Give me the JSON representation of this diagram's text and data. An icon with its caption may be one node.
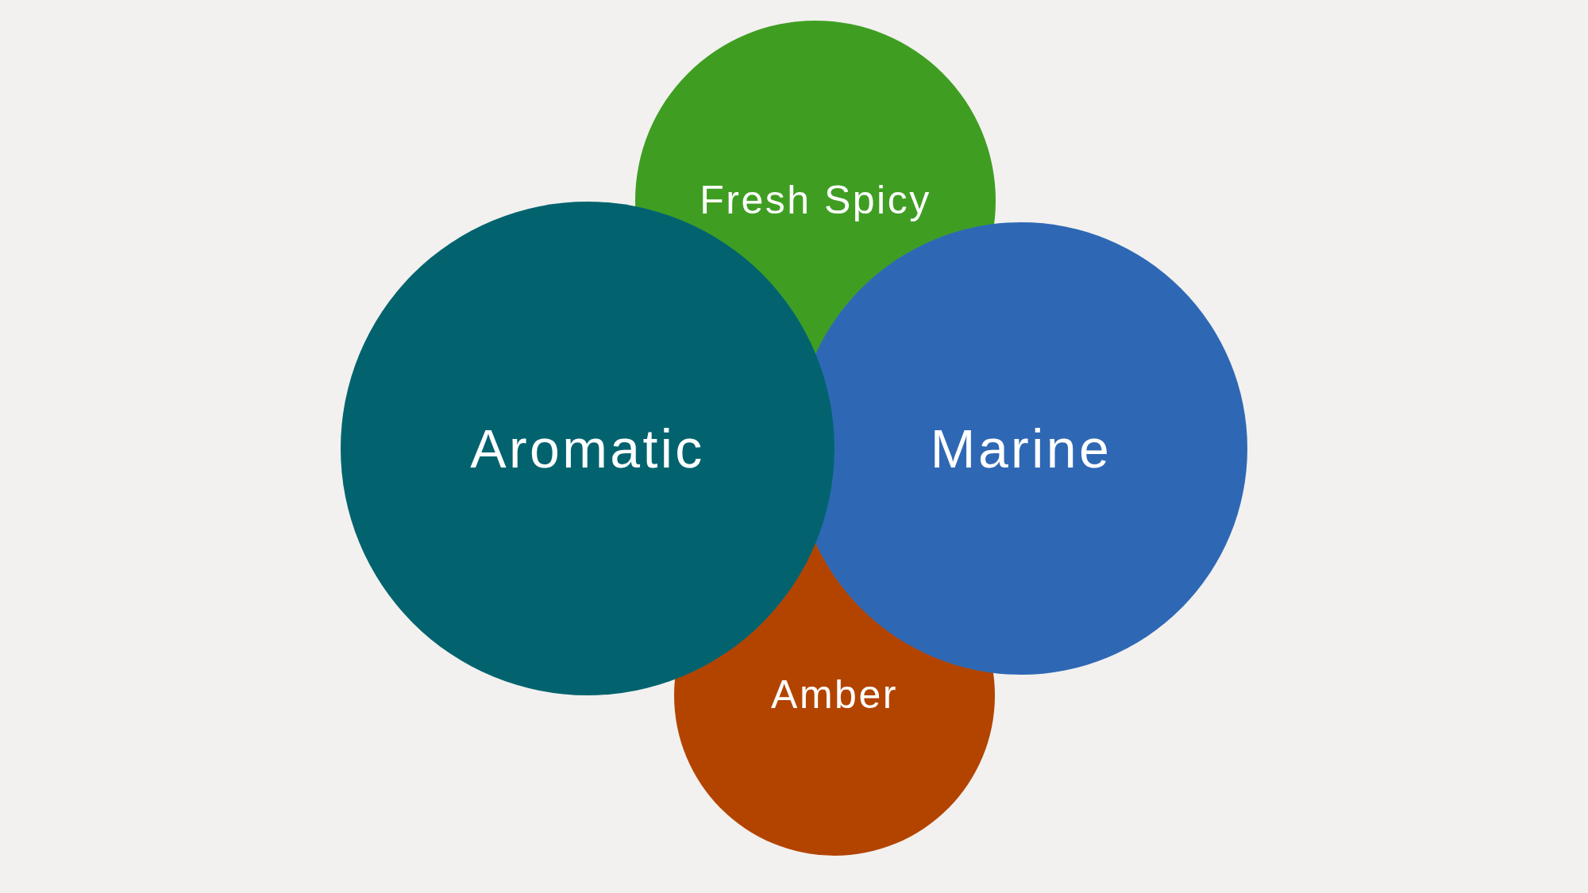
{
  "diagram": {
    "nodes": [
      {
        "text": [
          "Fresh Spicy"
        ]
      },
      {
        "text": [
          "Aromatic"
        ]
      },
      {
        "text": [
          "Marine"
        ]
      },
      {
        "text": [
          "Amber"
        ]
      }
    ]
  }
}
